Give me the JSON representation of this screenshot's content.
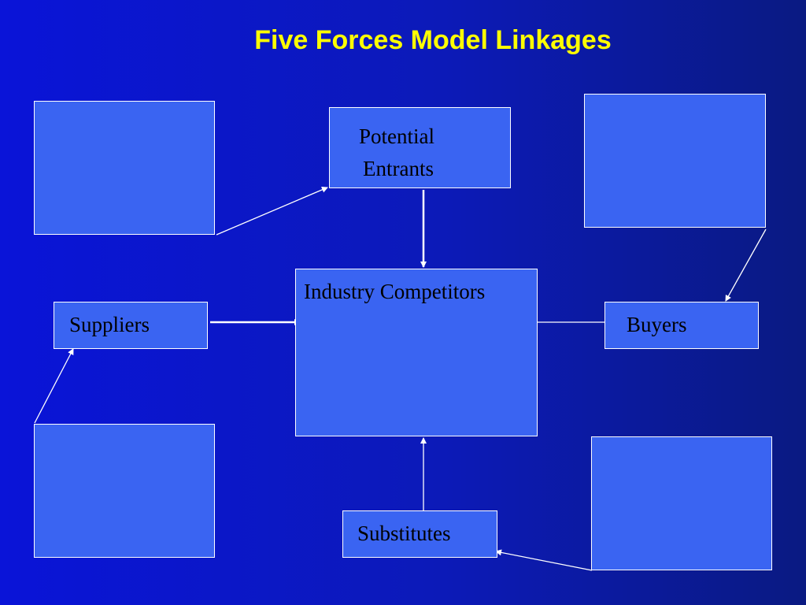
{
  "title": "Five Forces Model Linkages",
  "nodes": {
    "potential_entrants": [
      "Potential",
      "Entrants"
    ],
    "industry_competitors": "Industry Competitors",
    "suppliers": "Suppliers",
    "buyers": "Buyers",
    "substitutes": "Substitutes"
  }
}
